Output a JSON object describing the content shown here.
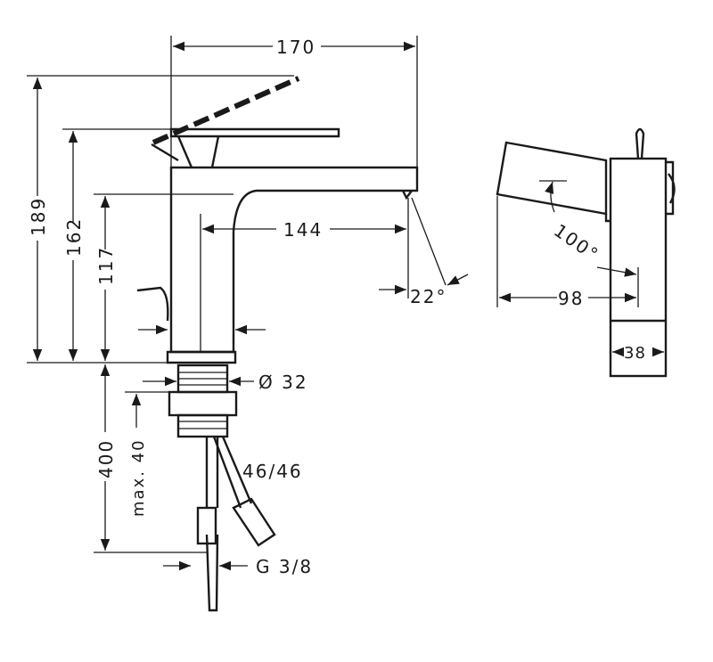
{
  "drawing": {
    "dimensions": {
      "width_total": "170",
      "height_lever_open": "189",
      "height_lever": "162",
      "height_spout": "117",
      "spout_reach": "144",
      "spout_angle": "22°",
      "swivel_angle": "100°",
      "depth": "98",
      "body_width": "38",
      "thread_diameter": "Ø 32",
      "hose_length": "400",
      "max_counter_thickness": "max. 40",
      "hose_spec": "46/46",
      "connection": "G 3/8"
    }
  }
}
